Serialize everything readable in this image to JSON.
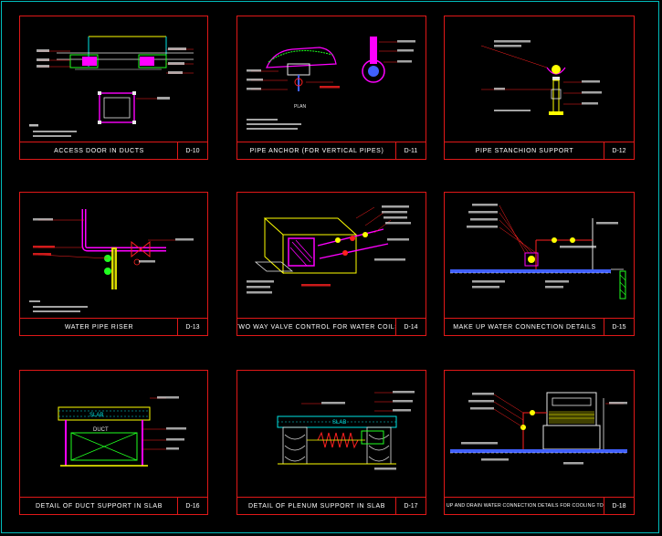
{
  "colors": {
    "frame": "#00bcbc",
    "sheet_border": "#e01818",
    "title_text": "#ffffff",
    "line_white": "#e8e8e8",
    "line_cyan": "#00e5e5",
    "line_magenta": "#ff00ff",
    "line_yellow": "#ffff00",
    "line_red": "#ff2020",
    "line_green": "#20ff20",
    "line_blue": "#4060ff"
  },
  "sheets": [
    {
      "title": "ACCESS DOOR IN DUCTS",
      "number": "D-10"
    },
    {
      "title": "PIPE ANCHOR (FOR VERTICAL PIPES)",
      "number": "D-11"
    },
    {
      "title": "PIPE STANCHION SUPPORT",
      "number": "D-12"
    },
    {
      "title": "WATER PIPE RISER",
      "number": "D-13"
    },
    {
      "title": "TWO WAY VALVE CONTROL FOR WATER COILS",
      "number": "D-14"
    },
    {
      "title": "MAKE UP WATER CONNECTION DETAILS",
      "number": "D-15"
    },
    {
      "title": "DETAIL OF DUCT SUPPORT IN SLAB",
      "number": "D-16"
    },
    {
      "title": "DETAIL OF PLENUM SUPPORT IN SLAB",
      "number": "D-17"
    },
    {
      "title": "MAKE UP AND DRAIN WATER CONNECTION DETAILS FOR COOLING TOWERS",
      "number": "D-18"
    }
  ],
  "labels": {
    "plan": "PLAN",
    "slab": "SLAB",
    "duct": "DUCT"
  }
}
